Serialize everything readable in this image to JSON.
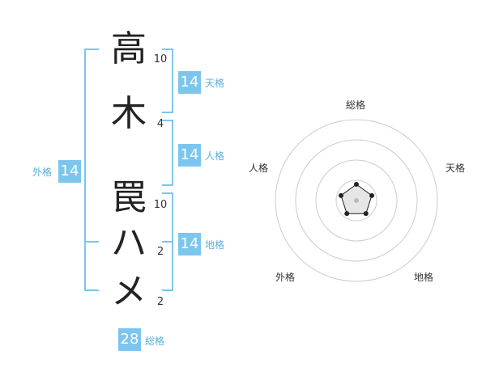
{
  "name_chars": [
    {
      "char": "高",
      "strokes": "10"
    },
    {
      "char": "木",
      "strokes": "4"
    },
    {
      "char": "罠",
      "strokes": "10"
    },
    {
      "char": "ハ",
      "strokes": "2"
    },
    {
      "char": "メ",
      "strokes": "2"
    }
  ],
  "fortunes": {
    "tenkaku": {
      "label": "天格",
      "value": "14"
    },
    "jinkaku": {
      "label": "人格",
      "value": "14"
    },
    "chikaku": {
      "label": "地格",
      "value": "14"
    },
    "gaikaku": {
      "label": "外格",
      "value": "14"
    },
    "soukaku": {
      "label": "総格",
      "value": "28"
    }
  },
  "radar": {
    "axes": [
      "総格",
      "天格",
      "地格",
      "外格",
      "人格"
    ],
    "scores": [
      1,
      1,
      1,
      1,
      1
    ],
    "max_score": 5,
    "ring_color": "#cccccc",
    "fill_color": "#e6e6e6",
    "line_color": "#222222"
  },
  "colors": {
    "accent": "#7cc6ee",
    "accent_text": "#5aaede",
    "text": "#222222"
  }
}
